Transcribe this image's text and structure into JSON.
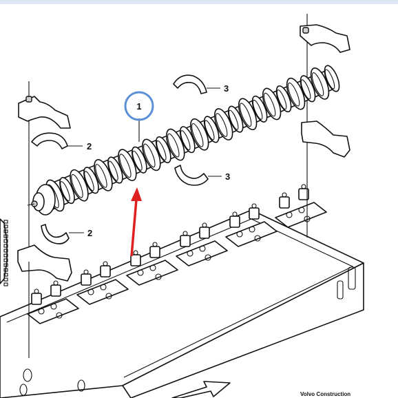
{
  "callouts": {
    "camshaft": "1",
    "bearing_left_top": "2",
    "bearing_left_bottom": "2",
    "bearing_right_top": "3",
    "bearing_right_bottom": "3"
  },
  "footer": {
    "brand": "Volvo Construction"
  },
  "colors": {
    "arrow": "#e02020",
    "highlight_circle": "#5b8fd6",
    "line": "#111111"
  },
  "highlight": {
    "target": "camshaft-callout",
    "shape": "circle"
  }
}
